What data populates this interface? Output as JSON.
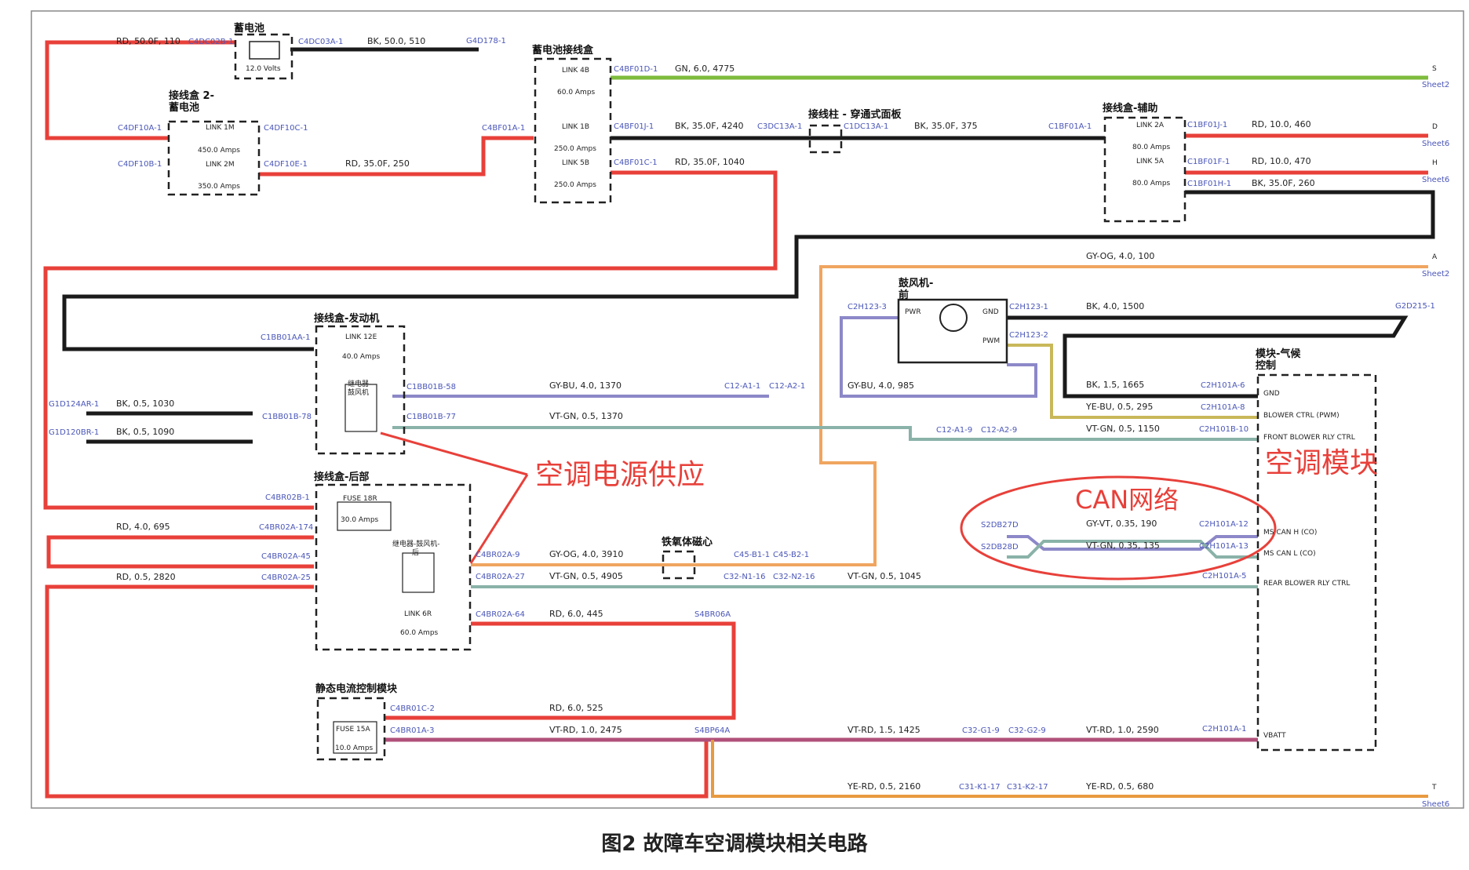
{
  "caption": "图2 故障车空调模块相关电路",
  "annotations": {
    "power_supply": "空调电源供应",
    "can_network": "CAN网络",
    "ac_module": "空调模块"
  },
  "components": {
    "battery": {
      "title": "蓄电池",
      "value": "12.0 Volts"
    },
    "junction_box_2": {
      "title_1": "接线盒 2-",
      "title_2": "蓄电池",
      "link_1m": "LINK 1M",
      "link_1m_amps": "450.0 Amps",
      "link_2m": "LINK 2M",
      "link_2m_amps": "350.0 Amps"
    },
    "battery_junction_box": {
      "title": "蓄电池接线盒",
      "link_4b": "LINK 4B",
      "link_4b_amps": "60.0 Amps",
      "link_1b": "LINK 1B",
      "link_1b_amps": "250.0 Amps",
      "link_5b": "LINK 5B",
      "link_5b_amps": "250.0 Amps"
    },
    "terminal_post": {
      "title": "接线柱 - 穿通式面板"
    },
    "aux_junction_box": {
      "title": "接线盒-辅助",
      "link_2a": "LINK 2A",
      "link_2a_amps": "80.0 Amps",
      "link_5a": "LINK 5A",
      "link_5a_amps": "80.0 Amps"
    },
    "engine_junction_box": {
      "title": "接线盒-发动机",
      "link_12e": "LINK 12E",
      "link_12e_amps": "40.0 Amps",
      "relay_1": "继电器-",
      "relay_2": "鼓风机"
    },
    "blower_front": {
      "title_1": "鼓风机-",
      "title_2": "前",
      "pwr": "PWR",
      "gnd": "GND",
      "pwm": "PWM"
    },
    "rear_junction_box": {
      "title": "接线盒-后部",
      "fuse_18r": "FUSE 18R",
      "fuse_18r_amps": "30.0 Amps",
      "relay_1": "继电器-鼓风机-",
      "relay_2": "后",
      "link_6r": "LINK 6R",
      "link_6r_amps": "60.0 Amps"
    },
    "ferrite_core": {
      "title": "铁氧体磁心"
    },
    "quiescent_module": {
      "title": "静态电流控制模块",
      "fuse_15a": "FUSE 15A",
      "fuse_15a_amps": "10.0 Amps"
    },
    "climate_module": {
      "title_1": "模块-气候",
      "title_2": "控制",
      "pin_gnd": "GND",
      "pin_blower_pwm": "BLOWER CTRL (PWM)",
      "pin_front_blower": "FRONT BLOWER RLY CTRL",
      "pin_can_h": "MS CAN H (CO)",
      "pin_can_l": "MS CAN L (CO)",
      "pin_rear_blower": "REAR BLOWER RLY CTRL",
      "pin_vbatt": "VBATT"
    }
  },
  "connectors": {
    "c4dc02b": "C4DC02B-1",
    "c4dc03a": "C4DC03A-1",
    "g4d178": "G4D178-1",
    "c4df10a": "C4DF10A-1",
    "c4df10b": "C4DF10B-1",
    "c4df10c": "C4DF10C-1",
    "c4df10e": "C4DF10E-1",
    "c4bf01a": "C4BF01A-1",
    "c4bf01d": "C4BF01D-1",
    "c4bf01j": "C4BF01J-1",
    "c4bf01c": "C4BF01C-1",
    "c3dc13a": "C3DC13A-1",
    "c1dc13a": "C1DC13A-1",
    "c1bf01a": "C1BF01A-1",
    "c1bf01j": "C1BF01J-1",
    "c1bf01f": "C1BF01F-1",
    "c1bf01h": "C1BF01H-1",
    "c1bb01aa": "C1BB01AA-1",
    "g1d124ar": "G1D124AR-1",
    "g1d120br": "G1D120BR-1",
    "c1bb01b78": "C1BB01B-78",
    "c1bb01b58": "C1BB01B-58",
    "c1bb01b77": "C1BB01B-77",
    "c12a11": "C12-A1-1",
    "c12a21": "C12-A2-1",
    "c12a19": "C12-A1-9",
    "c12a29": "C12-A2-9",
    "c2h123_3": "C2H123-3",
    "c2h123_1": "C2H123-1",
    "c2h123_2": "C2H123-2",
    "g2d215": "G2D215-1",
    "c2h101a6": "C2H101A-6",
    "c2h101a8": "C2H101A-8",
    "c2h101b10": "C2H101B-10",
    "c2h101a12": "C2H101A-12",
    "c2h101a13": "C2H101A-13",
    "c2h101a5": "C2H101A-5",
    "c2h101a1": "C2H101A-1",
    "s2db27d": "S2DB27D",
    "s2db28d": "S2DB28D",
    "c4br02b": "C4BR02B-1",
    "c4br02a174": "C4BR02A-174",
    "c4br02a45": "C4BR02A-45",
    "c4br02a25": "C4BR02A-25",
    "c4br02a9": "C4BR02A-9",
    "c4br02a27": "C4BR02A-27",
    "c4br02a64": "C4BR02A-64",
    "c45b11": "C45-B1-1",
    "c45b21": "C45-B2-1",
    "c32n116": "C32-N1-16",
    "c32n216": "C32-N2-16",
    "s4br06a": "S4BR06A",
    "c4br01c": "C4BR01C-2",
    "c4br01a": "C4BR01A-3",
    "s4bp64a": "S4BP64A",
    "c32g19": "C32-G1-9",
    "c32g29": "C32-G2-9",
    "c31k117": "C31-K1-17",
    "c31k217": "C31-K2-17"
  },
  "wires": {
    "w_110": "RD, 50.0F, 110",
    "w_510": "BK, 50.0, 510",
    "w_4775": "GN, 6.0, 4775",
    "w_4240": "BK, 35.0F, 4240",
    "w_375": "BK, 35.0F, 375",
    "w_460": "RD, 10.0, 460",
    "w_470": "RD, 10.0, 470",
    "w_260": "BK, 35.0F, 260",
    "w_250": "RD, 35.0F, 250",
    "w_1040": "RD, 35.0F, 1040",
    "w_100": "GY-OG, 4.0, 100",
    "w_1500": "BK, 4.0, 1500",
    "w_1370a": "GY-BU, 4.0, 1370",
    "w_985": "GY-BU, 4.0, 985",
    "w_1370b": "VT-GN, 0.5, 1370",
    "w_1030": "BK, 0.5, 1030",
    "w_1090": "BK, 0.5, 1090",
    "w_1665": "BK, 1.5, 1665",
    "w_295": "YE-BU, 0.5, 295",
    "w_1150": "VT-GN, 0.5, 1150",
    "w_190": "GY-VT, 0.35, 190",
    "w_135": "VT-GN, 0.35, 135",
    "w_695": "RD, 4.0, 695",
    "w_3910": "GY-OG, 4.0, 3910",
    "w_2820": "RD, 0.5, 2820",
    "w_4905": "VT-GN, 0.5, 4905",
    "w_1045": "VT-GN, 0.5, 1045",
    "w_445": "RD, 6.0, 445",
    "w_525": "RD, 6.0, 525",
    "w_2475": "VT-RD, 1.0, 2475",
    "w_1425": "VT-RD, 1.5, 1425",
    "w_2590": "VT-RD, 1.0, 2590",
    "w_2160": "YE-RD, 0.5, 2160",
    "w_680": "YE-RD, 0.5, 680"
  },
  "sheet_refs": {
    "s_letter": "S",
    "s_sheet": "Sheet2",
    "d_letter": "D",
    "d_sheet": "Sheet6",
    "h_letter": "H",
    "h_sheet": "Sheet6",
    "a_letter": "A",
    "a_sheet": "Sheet2",
    "t_letter": "T",
    "t_sheet": "Sheet6"
  },
  "colors": {
    "red": "#e8403a",
    "black": "#1a1a1a",
    "green": "#7dbb3c",
    "orange": "#f0a560",
    "purple": "#8c88c8",
    "annotation": "#e8403a"
  }
}
